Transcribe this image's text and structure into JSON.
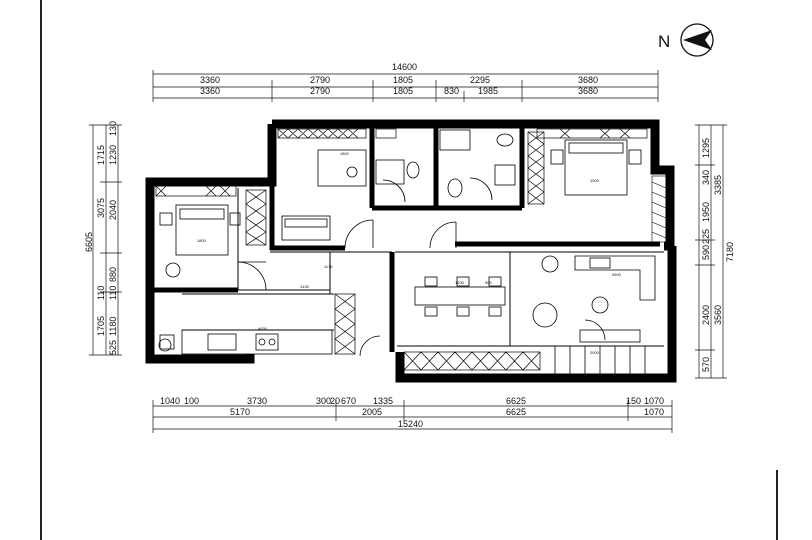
{
  "north_label": "N",
  "icons": [
    "north-arrow-icon"
  ],
  "top_dimensions": {
    "total": "14600",
    "row1": [
      "3360",
      "2790",
      "1805",
      "2295",
      "3680"
    ],
    "row2": [
      "3360",
      "2790",
      "1805",
      "830",
      "1985",
      "3680"
    ]
  },
  "bottom_dimensions": {
    "row1": [
      "1040",
      "100",
      "3730",
      "300",
      "20",
      "670",
      "1335",
      "6625",
      "150",
      "1070"
    ],
    "row2": [
      "5170",
      "2005",
      "6625",
      "1070"
    ],
    "total": "15240"
  },
  "left_dimensions": {
    "outer": [
      "1715",
      "1230",
      "130"
    ],
    "mid": [
      "2040",
      "3075",
      "880",
      "110",
      "110"
    ],
    "total": "6605",
    "lower": [
      "1705",
      "1180",
      "525"
    ]
  },
  "right_dimensions": {
    "upper": [
      "1295",
      "340",
      "3385",
      "1950"
    ],
    "mid": [
      "590",
      "225",
      "7180"
    ],
    "lower": [
      "2400",
      "3560",
      "570"
    ]
  },
  "room_marks": [
    "1800",
    "1500",
    "1430",
    "4650",
    "1170",
    "1800",
    "1200",
    "900",
    "2600",
    "2000"
  ]
}
